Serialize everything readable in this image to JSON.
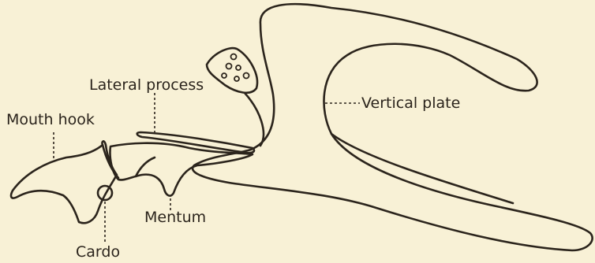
{
  "labels": {
    "lateral_process": "Lateral process",
    "mouth_hook": "Mouth hook",
    "vertical_plate": "Vertical plate",
    "mentum": "Mentum",
    "cardo": "Cardo"
  }
}
